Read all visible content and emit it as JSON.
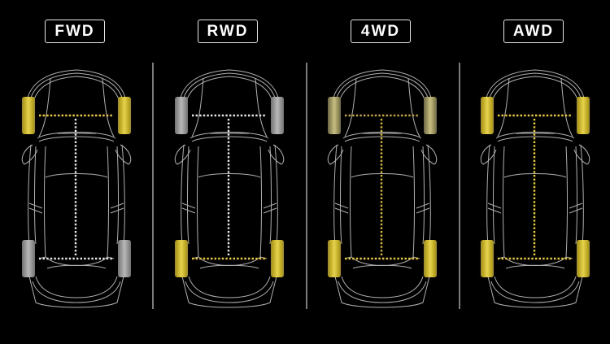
{
  "colors": {
    "background": "#000000",
    "outline": "#d9d9d9",
    "driven_tire": "#c9b530",
    "idle_tire": "#9a9a9a",
    "driven_axle": "#f0d020",
    "idle_axle": "#e8e8e8",
    "divider": "#7a7a7a"
  },
  "panels": [
    {
      "label": "FWD",
      "front_driven": true,
      "rear_driven": false,
      "shaft_driven": false,
      "front_dim": false
    },
    {
      "label": "RWD",
      "front_driven": false,
      "rear_driven": true,
      "shaft_driven": false,
      "front_dim": false
    },
    {
      "label": "4WD",
      "front_driven": true,
      "rear_driven": true,
      "shaft_driven": true,
      "front_dim": true
    },
    {
      "label": "AWD",
      "front_driven": true,
      "rear_driven": true,
      "shaft_driven": true,
      "front_dim": false
    }
  ]
}
